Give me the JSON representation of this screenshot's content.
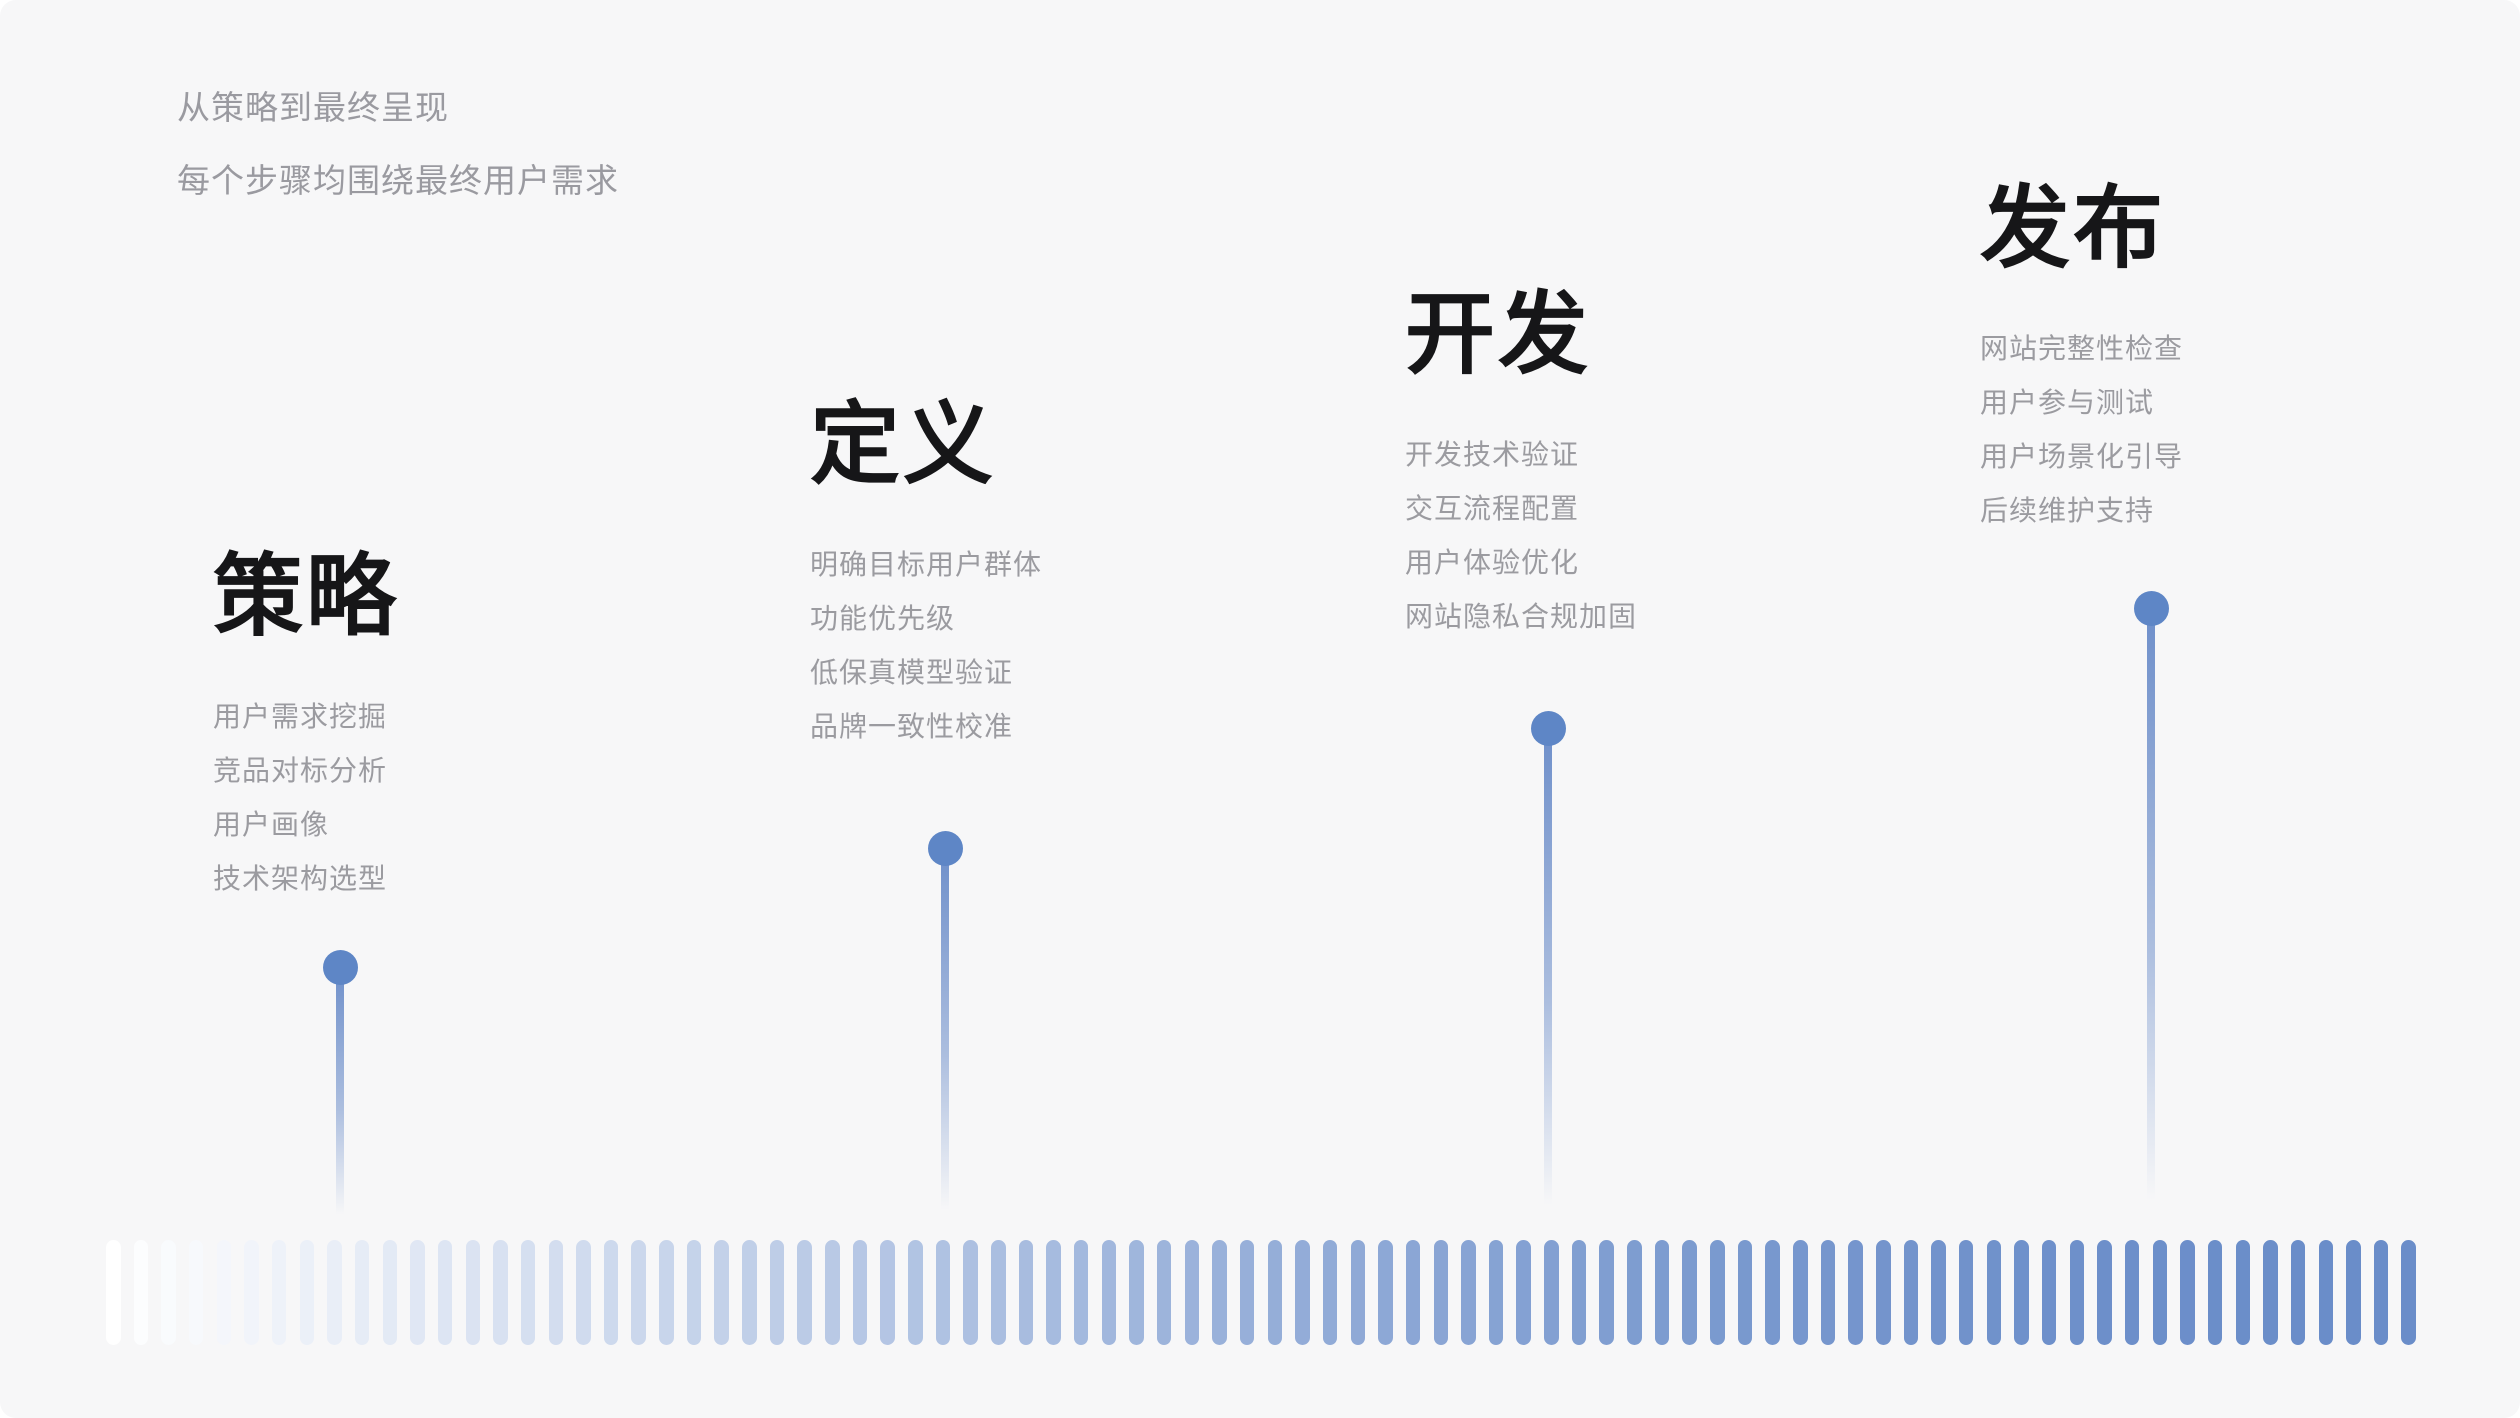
{
  "page": {
    "background": "#f7f7f8",
    "subtitle_line1": "从策略到最终呈现",
    "subtitle_line2": "每个步骤均围绕最终用户需求"
  },
  "stages": [
    {
      "title": "策略",
      "items": [
        "用户需求挖掘",
        "竞品对标分析",
        "用户画像",
        "技术架构选型"
      ]
    },
    {
      "title": "定义",
      "items": [
        "明确目标用户群体",
        "功能优先级",
        "低保真模型验证",
        "品牌一致性校准"
      ]
    },
    {
      "title": "开发",
      "items": [
        "开发技术验证",
        "交互流程配置",
        "用户体验优化",
        "网站隐私合规加固"
      ]
    },
    {
      "title": "发布",
      "items": [
        "网站完整性检查",
        "用户参与测试",
        "用户场景化引导",
        "后续维护支持"
      ]
    }
  ],
  "colors": {
    "accent_dot": "#5e86c6",
    "stem_top": "#6e8fca",
    "bar_start": "#ffffff",
    "bar_end": "#6a8dc9",
    "text_muted": "#9b9ba0",
    "heading": "#161618"
  },
  "timeline": {
    "bar_count": 84
  }
}
